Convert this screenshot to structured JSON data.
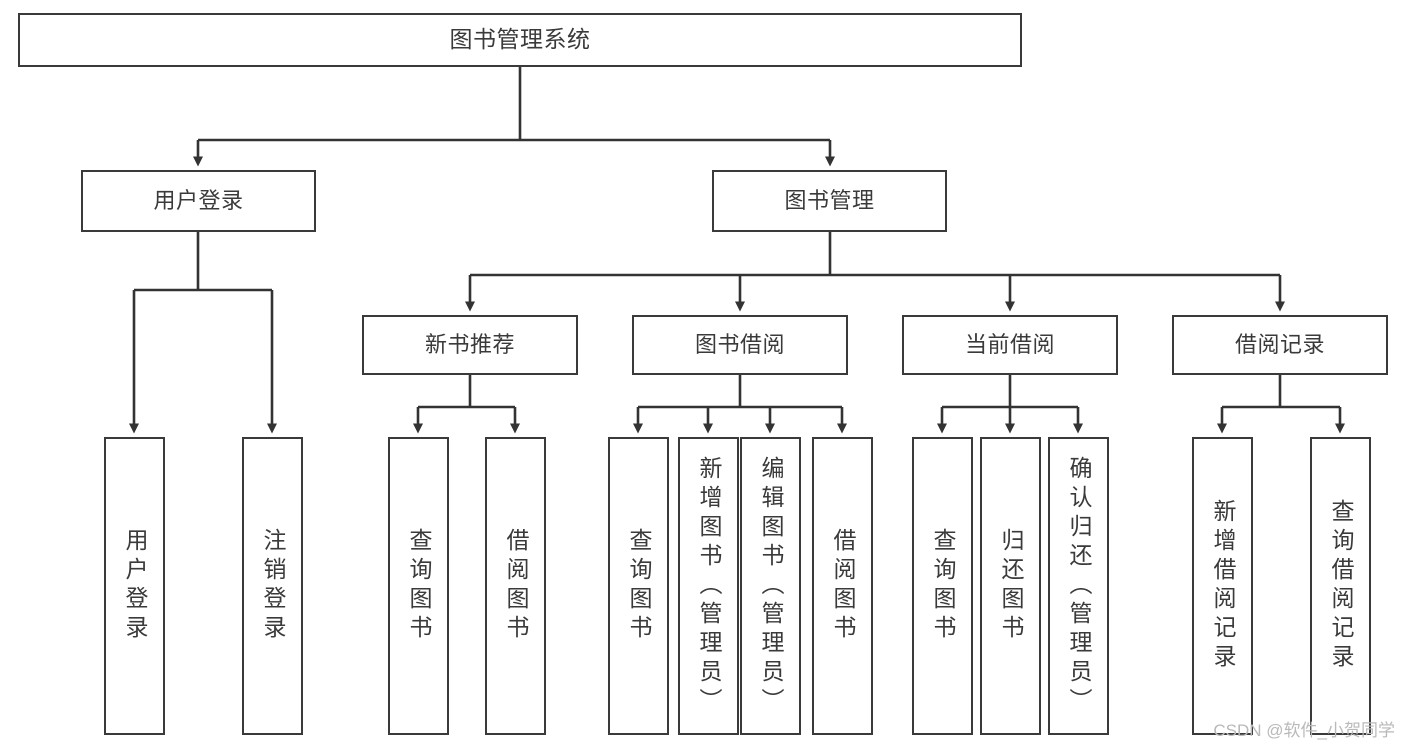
{
  "diagram": {
    "title": "图书管理系统",
    "type": "tree",
    "watermark": "CSDN @软件_小贺同学",
    "style": {
      "box_border": "#3a3a3a",
      "box_fill": "#ffffff",
      "line": "#333333",
      "text": "#3a3a3a",
      "watermark_color": "#b9b9b9"
    }
  },
  "nodes": {
    "root": {
      "label": "图书管理系统",
      "level": 1
    },
    "l2": [
      {
        "id": "user-login",
        "label": "用户登录",
        "level": 2
      },
      {
        "id": "book-manage",
        "label": "图书管理",
        "level": 2
      }
    ],
    "l3": [
      {
        "id": "new-book-recommend",
        "label": "新书推荐",
        "level": 3
      },
      {
        "id": "book-borrow",
        "label": "图书借阅",
        "level": 3
      },
      {
        "id": "current-borrow",
        "label": "当前借阅",
        "level": 3
      },
      {
        "id": "borrow-record",
        "label": "借阅记录",
        "level": 3
      }
    ],
    "leaves": [
      {
        "id": "leaf-user-login",
        "label": "用户登录",
        "parent": "user-login"
      },
      {
        "id": "leaf-logout-login",
        "label": "注销登录",
        "parent": "user-login"
      },
      {
        "id": "leaf-query-book-1",
        "label": "查询图书",
        "parent": "new-book-recommend"
      },
      {
        "id": "leaf-borrow-book-1",
        "label": "借阅图书",
        "parent": "new-book-recommend"
      },
      {
        "id": "leaf-query-book-2",
        "label": "查询图书",
        "parent": "book-borrow"
      },
      {
        "id": "leaf-add-book",
        "label": "新增图书（管理员）",
        "parent": "book-borrow"
      },
      {
        "id": "leaf-edit-book",
        "label": "编辑图书（管理员）",
        "parent": "book-borrow"
      },
      {
        "id": "leaf-borrow-book-2",
        "label": "借阅图书",
        "parent": "book-borrow"
      },
      {
        "id": "leaf-query-book-3",
        "label": "查询图书",
        "parent": "current-borrow"
      },
      {
        "id": "leaf-return-book",
        "label": "归还图书",
        "parent": "current-borrow"
      },
      {
        "id": "leaf-confirm-return",
        "label": "确认归还（管理员）",
        "parent": "current-borrow"
      },
      {
        "id": "leaf-add-record",
        "label": "新增借阅记录",
        "parent": "borrow-record"
      },
      {
        "id": "leaf-query-record",
        "label": "查询借阅记录",
        "parent": "borrow-record"
      }
    ]
  }
}
